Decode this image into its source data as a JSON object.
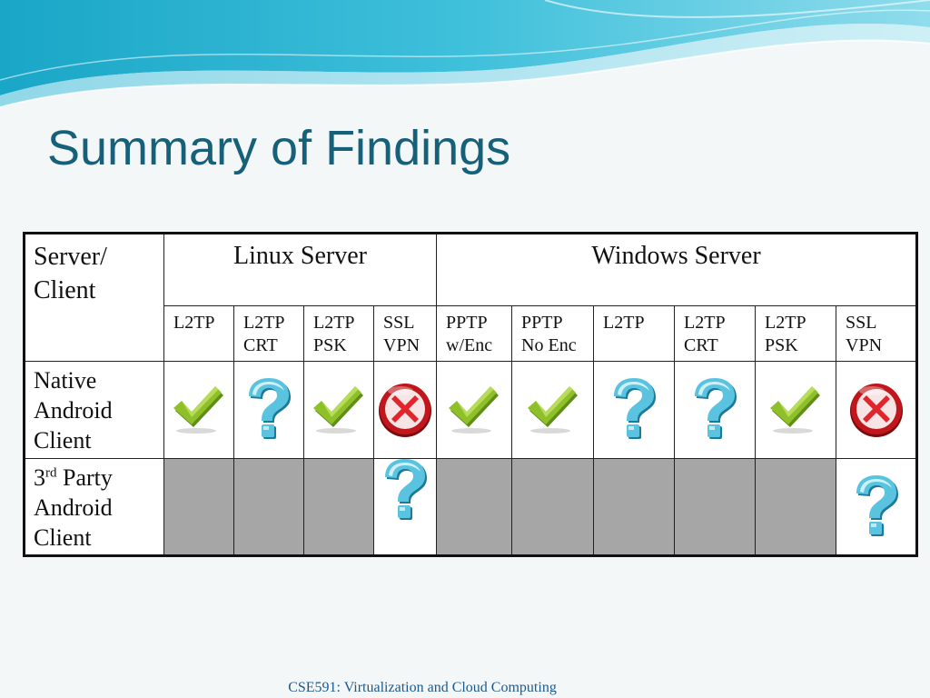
{
  "slide": {
    "title": "Summary of Findings",
    "footer": "CSE591: Virtualization and Cloud Computing"
  },
  "table": {
    "corner_header": [
      "Server/",
      "Client"
    ],
    "groups": [
      {
        "label": "Linux Server",
        "span": 4
      },
      {
        "label": "Windows Server",
        "span": 6
      }
    ],
    "protocols": [
      [
        "L2TP"
      ],
      [
        "L2TP",
        "CRT"
      ],
      [
        "L2TP",
        "PSK"
      ],
      [
        "SSL",
        "VPN"
      ],
      [
        "PPTP",
        "w/Enc"
      ],
      [
        "PPTP",
        "No Enc"
      ],
      [
        "L2TP"
      ],
      [
        "L2TP",
        "CRT"
      ],
      [
        "L2TP",
        "PSK"
      ],
      [
        "SSL",
        "VPN"
      ]
    ],
    "rows": [
      {
        "client_lines": [
          "Native",
          "Android",
          "Client"
        ],
        "results": [
          "pass",
          "unknown",
          "pass",
          "fail",
          "pass",
          "pass",
          "unknown",
          "unknown",
          "pass",
          "fail"
        ]
      },
      {
        "client_lines": [
          "3",
          "rd",
          " Party",
          "Android",
          "Client"
        ],
        "results": [
          "na",
          "na",
          "na",
          "unknown",
          "na",
          "na",
          "na",
          "na",
          "na",
          "unknown"
        ]
      }
    ]
  },
  "legend_icons": {
    "pass": "green-checkmark-icon",
    "unknown": "blue-question-mark-icon",
    "fail": "red-x-circle-icon",
    "na": "gray-not-applicable-cell"
  },
  "colors": {
    "title": "#17607a",
    "footer": "#1d5a8c",
    "na_fill": "#a6a6a6",
    "check_green": "#8fc02a",
    "question_blue": "#5ac4e0",
    "fail_red": "#c0161c"
  }
}
